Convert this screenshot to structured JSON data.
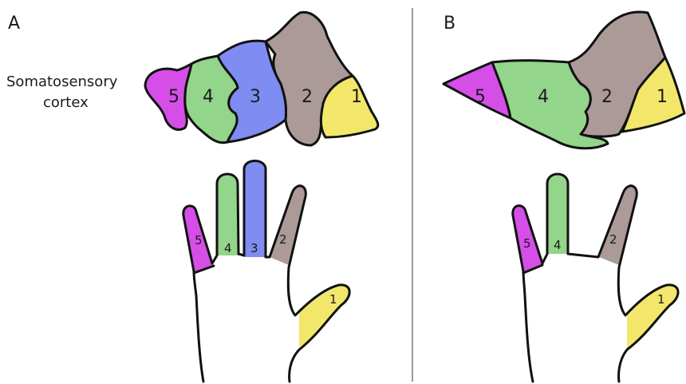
{
  "panels": {
    "a": {
      "letter": "A",
      "cortex_label_line1": "Somatosensory",
      "cortex_label_line2": "cortex",
      "cortex_regions": [
        "5",
        "4",
        "3",
        "2",
        "1"
      ],
      "finger_labels": [
        "5",
        "4",
        "3",
        "2",
        "1"
      ]
    },
    "b": {
      "letter": "B",
      "cortex_regions": [
        "5",
        "4",
        "2",
        "1"
      ],
      "finger_labels": [
        "5",
        "4",
        "2",
        "1"
      ]
    }
  },
  "colors": {
    "digit_5": "#d64ee8",
    "digit_4": "#93d58a",
    "digit_3": "#7f8cf2",
    "digit_2": "#ab9a98",
    "digit_1": "#f2e76a",
    "divider": "#999999",
    "outline": "#111111"
  }
}
